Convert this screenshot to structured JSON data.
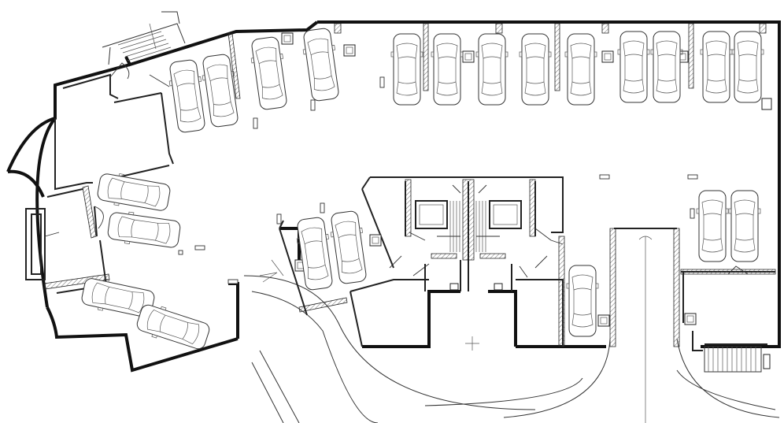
{
  "drawing": {
    "type": "underground parking floor plan",
    "colors": {
      "line": "#111111",
      "background": "#ffffff",
      "hatch": "#444444"
    }
  },
  "cars": [
    {
      "id": "c1",
      "angle": -8
    },
    {
      "id": "c2",
      "angle": -8
    },
    {
      "id": "c3",
      "angle": -8
    },
    {
      "id": "c4",
      "angle": -8
    },
    {
      "id": "c5",
      "angle": 0
    },
    {
      "id": "c6",
      "angle": 0
    },
    {
      "id": "c7",
      "angle": 0
    },
    {
      "id": "c8",
      "angle": 0
    },
    {
      "id": "c9",
      "angle": 0
    },
    {
      "id": "c10",
      "angle": 0
    },
    {
      "id": "c11",
      "angle": 0
    },
    {
      "id": "c12",
      "angle": 0
    },
    {
      "id": "c13",
      "angle": 0
    },
    {
      "id": "c14",
      "angle": -80
    },
    {
      "id": "c15",
      "angle": -82
    },
    {
      "id": "c16",
      "angle": -78
    },
    {
      "id": "c17",
      "angle": -72
    },
    {
      "id": "c18",
      "angle": -8
    },
    {
      "id": "c19",
      "angle": -8
    },
    {
      "id": "c20",
      "angle": 0
    },
    {
      "id": "c21",
      "angle": 0
    },
    {
      "id": "c22",
      "angle": 0
    }
  ],
  "icons": [
    "car-icon",
    "pillar-icon",
    "stair-icon",
    "elevator-icon",
    "door-icon",
    "crosshair-icon"
  ]
}
